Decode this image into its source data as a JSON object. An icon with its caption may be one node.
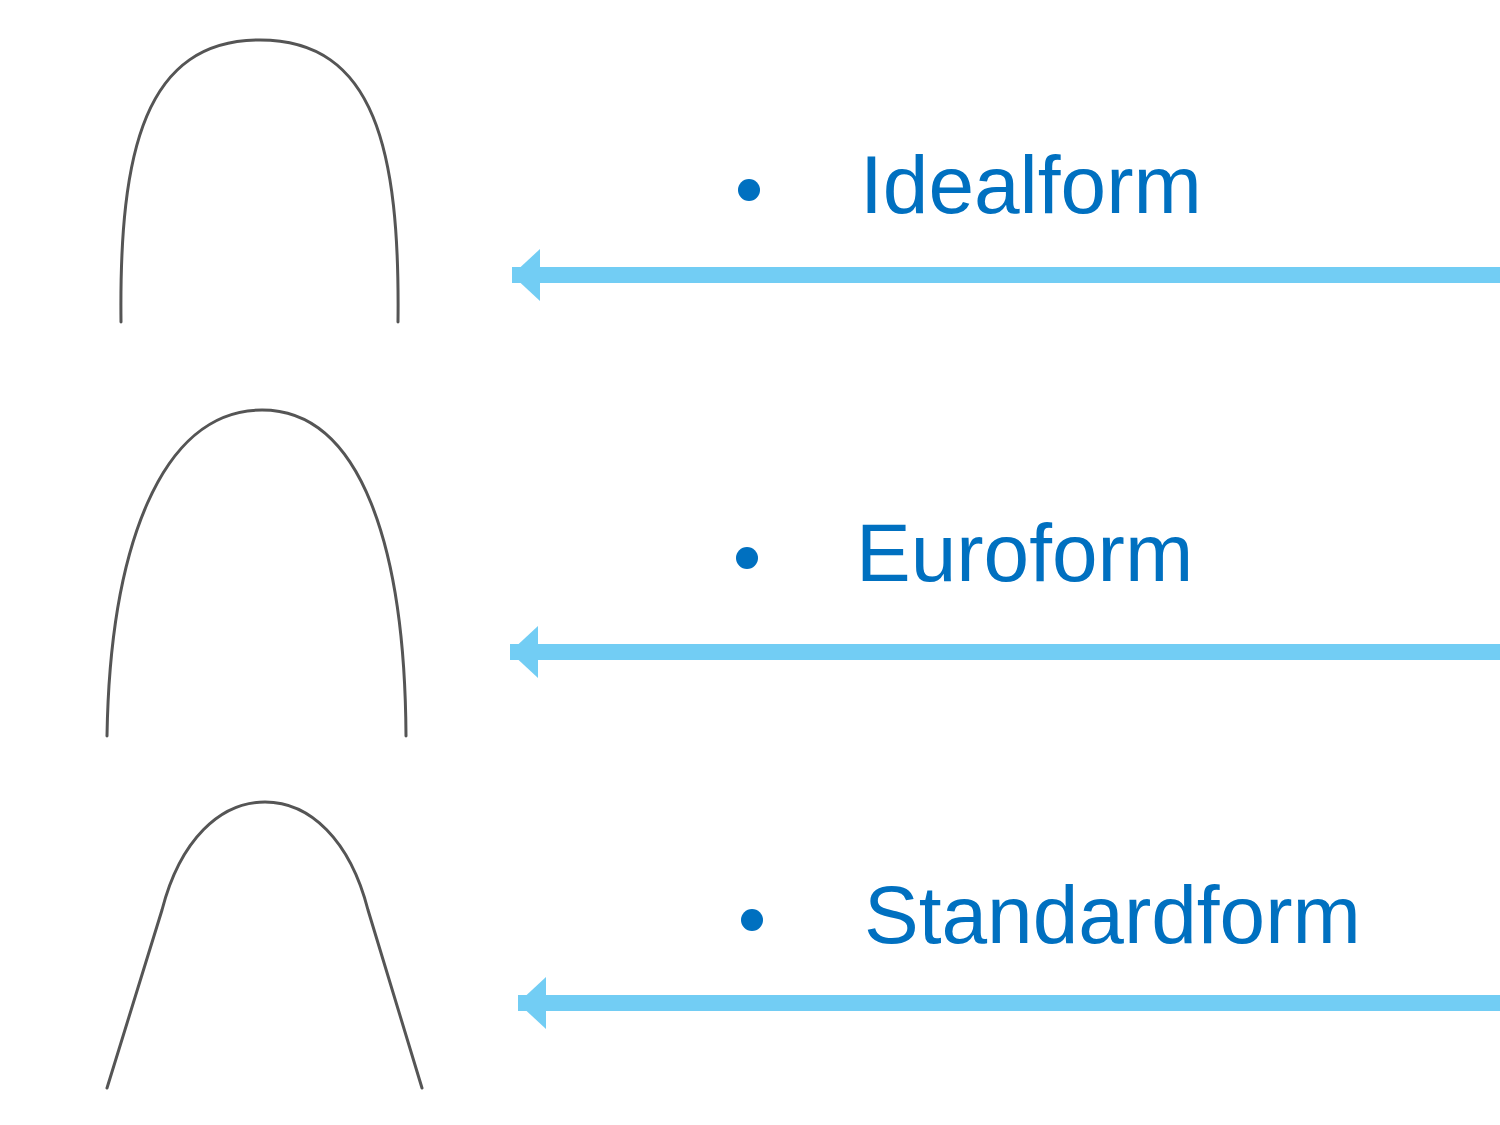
{
  "diagram": {
    "nodes": [
      {
        "text": [],
        "shape": "picture"
      },
      {
        "text": [],
        "shape": "picture"
      },
      {
        "text": [],
        "shape": "picture"
      }
    ],
    "edges": [
      {
        "from": null,
        "to": 0,
        "arrow": "to"
      },
      {
        "from": null,
        "to": 1,
        "arrow": "to"
      },
      {
        "from": null,
        "to": 2,
        "arrow": "to"
      }
    ],
    "labels": [
      "Idealform",
      "Euroform",
      "Standardform"
    ]
  }
}
